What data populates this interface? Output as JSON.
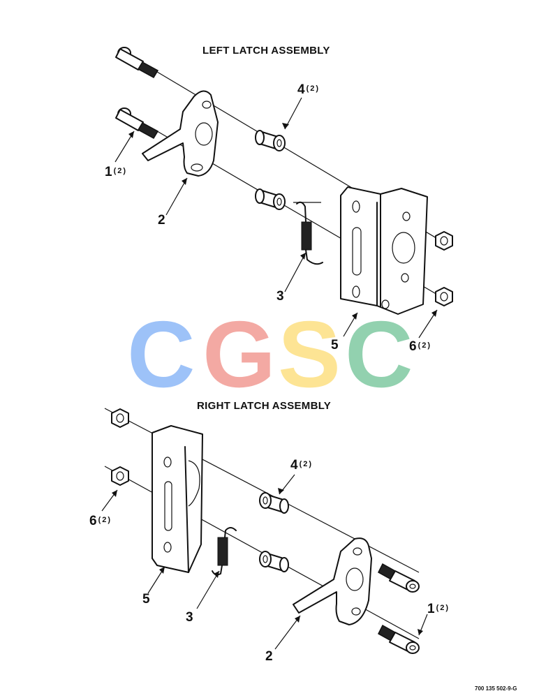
{
  "titles": {
    "left": "LEFT LATCH ASSEMBLY",
    "right": "RIGHT LATCH ASSEMBLY"
  },
  "callouts": {
    "left": {
      "c1": {
        "num": "1",
        "qty": "(2)"
      },
      "c2": {
        "num": "2"
      },
      "c3": {
        "num": "3"
      },
      "c4": {
        "num": "4",
        "qty": "(2)"
      },
      "c5": {
        "num": "5"
      },
      "c6": {
        "num": "6",
        "qty": "(2)"
      }
    },
    "right": {
      "c1": {
        "num": "1",
        "qty": "(2)"
      },
      "c2": {
        "num": "2"
      },
      "c3": {
        "num": "3"
      },
      "c4": {
        "num": "4",
        "qty": "(2)"
      },
      "c5": {
        "num": "5"
      },
      "c6": {
        "num": "6",
        "qty": "(2)"
      }
    }
  },
  "watermark": {
    "letters": [
      "C",
      "G",
      "S",
      "C"
    ],
    "colors": [
      "#8db8f7",
      "#f29b93",
      "#fde082",
      "#7fc9a2"
    ]
  },
  "footer": "700 135 502-9-G"
}
